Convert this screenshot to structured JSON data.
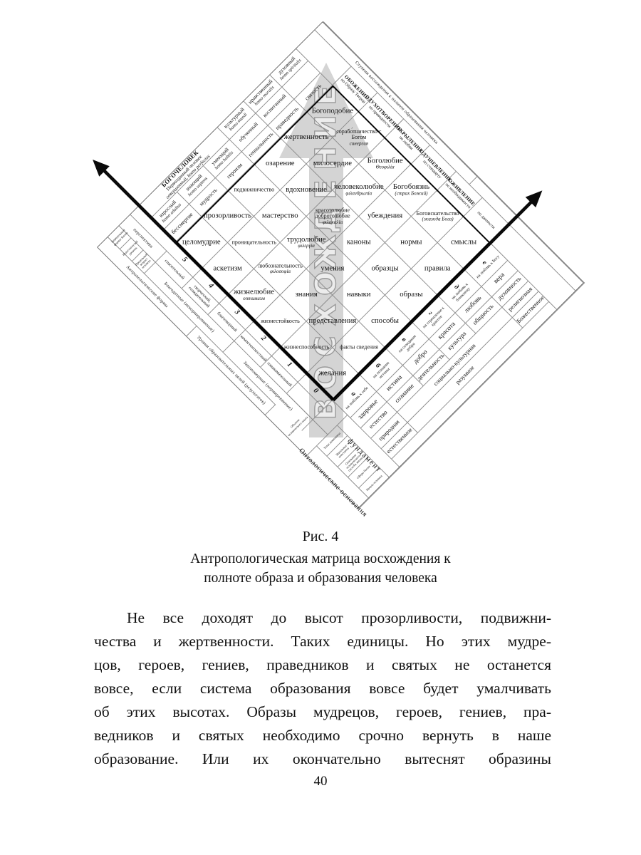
{
  "watermark": {
    "word": "ВОСХОЖДЕНИЕ"
  },
  "top": {
    "b1span": [
      "БОГОЧЕЛОВЕК",
      "Первозданный человек",
      "совершенный, homo perfectus"
    ],
    "b1cells": [
      {
        "t": "культурный",
        "s": "homo mundi"
      },
      {
        "t": "нравственный",
        "s": "homo moralis"
      },
      {
        "t": "духовный",
        "s": "homo spiritalis"
      }
    ],
    "b2": [
      {
        "t": "взрослый",
        "s": "homo adultus"
      },
      {
        "t": "знающий",
        "s": "homo sapiens"
      },
      {
        "t": "умеющий",
        "s": "homo habilis"
      },
      {
        "t": "обученный",
        "s": ""
      },
      {
        "t": "воспитанный",
        "s": ""
      },
      {
        "t": "",
        "s": ""
      }
    ],
    "b3": [
      "бессмертие",
      "мудрость",
      "героизм",
      "гениальность",
      "праведность",
      "святость"
    ]
  },
  "left": {
    "edge_top": "Антропологические формы",
    "edge_bottom": "Уровни образовательных целей (результатов)",
    "tiny": [
      "Запредельный формат Бытия",
      "Недостигнутый уровень",
      "Предельный возраст человека"
    ],
    "perspective": "перспектива",
    "grace": "Благодатные (ненормированные)",
    "law": "Закономерные (нормированные)",
    "labels": [
      "спасительный",
      "творческий, созидательный",
      "благотворный",
      "компетентностный",
      "ознакомительный",
      ""
    ],
    "numbers": [
      "5",
      "4",
      "3",
      "2",
      "1",
      "0"
    ],
    "objects": "Объекты человеческого опыта"
  },
  "matrix": [
    [
      {
        "t": "целомудрие"
      },
      {
        "t": "прозорливость"
      },
      {
        "t": "подвижничество"
      },
      {
        "t": "озарение"
      },
      {
        "t": "жертвенность"
      },
      {
        "t": "Богоподобие"
      }
    ],
    [
      {
        "t": "аскетизм"
      },
      {
        "t": "проницательность"
      },
      {
        "t": "мастерство"
      },
      {
        "t": "вдохновение"
      },
      {
        "t": "милосердие"
      },
      {
        "t": "сорабо́тничество с Богом",
        "s": "синергия"
      }
    ],
    [
      {
        "t": "жизнелюбие",
        "s": "оптимизм"
      },
      {
        "t": "любознательность",
        "s": "φιλοσοφία"
      },
      {
        "t": "трудолюбие",
        "s": "φιλεργία"
      },
      {
        "t": "красотолюбие добротолюбие",
        "s": "φιλοκαλία"
      },
      {
        "t": "человеколюбие",
        "s": "φιλανθρωπία"
      },
      {
        "t": "Боголюбие",
        "s": "Θεοφιλία"
      }
    ],
    [
      {
        "t": "жизнестойкость"
      },
      {
        "t": "знания"
      },
      {
        "t": "умения"
      },
      {
        "t": "каноны"
      },
      {
        "t": "убеждения"
      },
      {
        "t": "Богобоязнь",
        "s": "(страх Божий)"
      }
    ],
    [
      {
        "t": "жизнеспособность"
      },
      {
        "t": "представления"
      },
      {
        "t": "навыки"
      },
      {
        "t": "образцы"
      },
      {
        "t": "нормы"
      },
      {
        "t": "Богоискательство",
        "s": "(жажда Бога)"
      }
    ],
    [
      {
        "t": "желания"
      },
      {
        "t": "факты сведения"
      },
      {
        "t": "способы"
      },
      {
        "t": "образы"
      },
      {
        "t": "правила"
      },
      {
        "t": "смыслы"
      }
    ]
  ],
  "right": {
    "title": "Ступени восхождения к полноте образования человека",
    "steps": [
      {
        "t": "ОБОЖЕНИЕ",
        "s": "по Образу Творца"
      },
      {
        "t": "ОДУХОТВОРЕНИЕ",
        "s": "по праведности"
      },
      {
        "t": "ОКРЫЛЕНИЕ",
        "s": "по любви"
      },
      {
        "t": "ОДУШЕВЛЕНИЕ",
        "s": "по стандарту"
      },
      {
        "t": "ОЖИВЛЕНИЕ",
        "s": "по необходимости"
      },
      {
        "t": "",
        "s": "по данности"
      }
    ]
  },
  "bottom": {
    "letters": [
      {
        "l": "а",
        "g": "на любовь к себе"
      },
      {
        "l": "б",
        "g": "на познание истины"
      },
      {
        "l": "в",
        "g": "на созидание добра"
      },
      {
        "l": "г",
        "g": "на стремление к красоте"
      },
      {
        "l": "д",
        "g": "на любовь к ближнему"
      },
      {
        "l": "е",
        "g": "на любовь к Богу"
      }
    ],
    "dominants": [
      "здоровье",
      "истина",
      "добро",
      "красота",
      "любовь",
      "вера"
    ],
    "spheres": [
      "естество",
      "сознание",
      "деятельность",
      "культура",
      "общность",
      "духовность"
    ],
    "nature": [
      "природная",
      "социально-культурная",
      "религиозная"
    ],
    "being": [
      "естественное",
      "разумное",
      "Божественное"
    ],
    "corner": [
      "Типы доминанты",
      "Идеальные константы",
      "Основания человеческого способа жизни",
      "Сферы бытия",
      "Начала человека"
    ],
    "ontology": "Онтологические основания",
    "foundation": "фундамент"
  },
  "caption": {
    "fig": "Рис. 4",
    "line1": "Антропологическая матрица восхождения к",
    "line2": "полноте образа и образования человека"
  },
  "paragraph": {
    "lines": [
      "Не все доходят до высот прозорливости, подвижни-",
      "чества и жертвенности. Таких единицы. Но этих мудре-",
      "цов, героев, гениев, праведников и святых не останется",
      "вовсе, если система образования вовсе будет умалчивать",
      "об этих высотах. Образы мудрецов, героев, гениев, пра-",
      "ведников и святых необходимо срочно вернуть в наше",
      "образование. Или их окончательно вытеснят образины"
    ]
  },
  "page": {
    "number": "40"
  }
}
